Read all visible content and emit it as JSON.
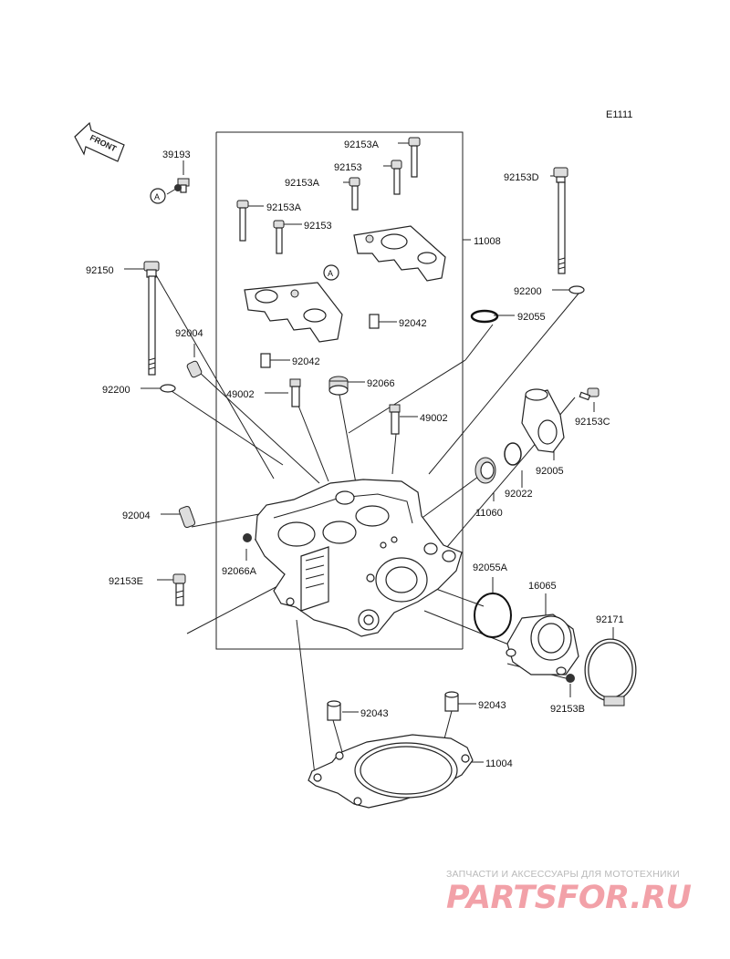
{
  "diagram_code": "E1111",
  "front_label": "FRONT",
  "ref_label": "A",
  "parts": [
    "39193",
    "92153A",
    "92153",
    "92153A",
    "92153A",
    "92153",
    "92153D",
    "11008",
    "92150",
    "92004",
    "92042",
    "92042",
    "92055",
    "92200",
    "92200",
    "49002",
    "92066",
    "49002",
    "92153C",
    "92005",
    "11060",
    "92022",
    "92004",
    "92066A",
    "92153E",
    "92055A",
    "16065",
    "92171",
    "92153B",
    "92043",
    "92043",
    "11004"
  ],
  "watermark": {
    "caption": "ЗАПЧАСТИ И АКСЕССУАРЫ ДЛЯ МОТОТЕХНИКИ",
    "logo": "PARTSFOR.RU",
    "color": "#f2a1a8"
  }
}
